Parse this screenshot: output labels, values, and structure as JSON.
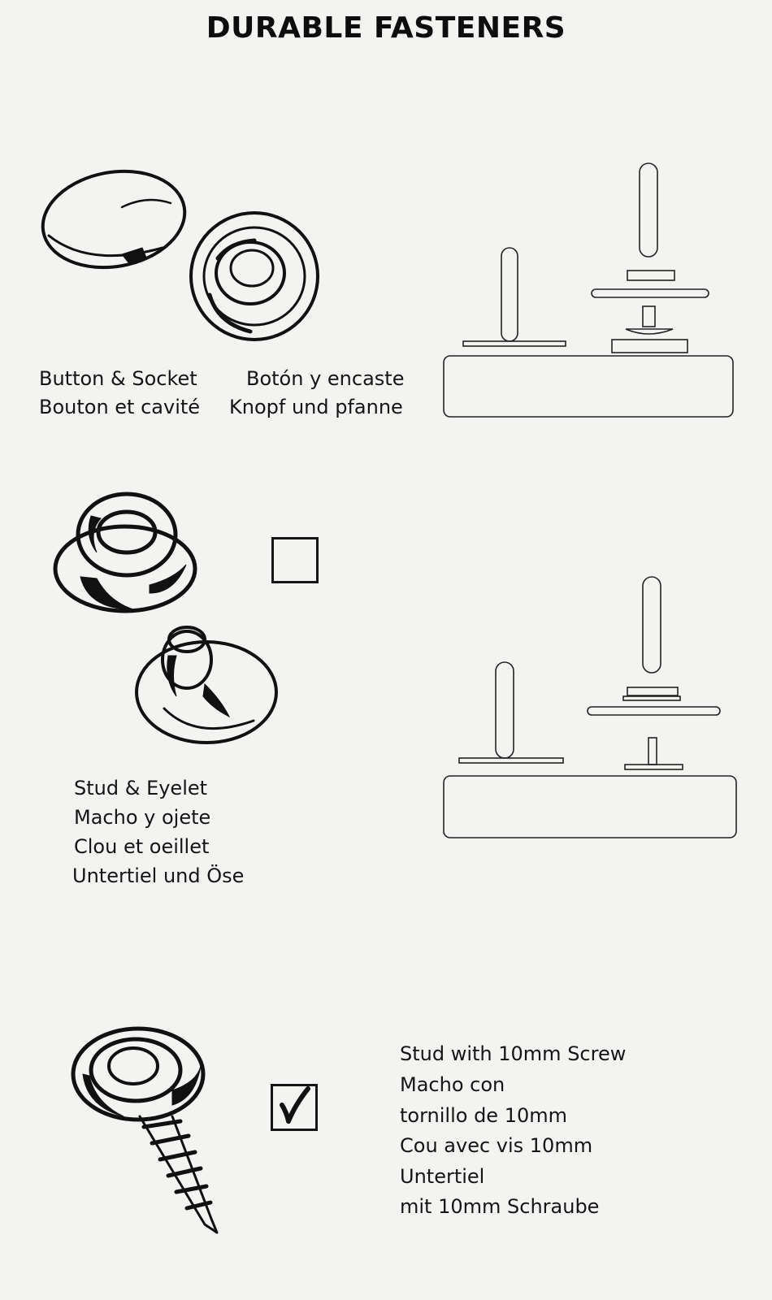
{
  "title": "DURABLE FASTENERS",
  "sections": [
    {
      "name": "button-socket",
      "labels": [
        "Button & Socket",
        "Bouton et cavité",
        "Botón y encaste",
        "Knopf und pfanne"
      ]
    },
    {
      "name": "stud-eyelet",
      "checked": false,
      "labels": [
        "Stud & Eyelet",
        "Macho y ojete",
        "Clou et oeillet",
        "Untertiel  und Öse"
      ]
    },
    {
      "name": "stud-screw",
      "checked": true,
      "labels": [
        "Stud with 10mm Screw",
        "Macho con",
        "tornillo de 10mm",
        "Cou avec vis 10mm",
        "Untertiel",
        "mit 10mm Schraube"
      ]
    }
  ],
  "icons": {
    "checkmark": "check-mark-icon"
  }
}
